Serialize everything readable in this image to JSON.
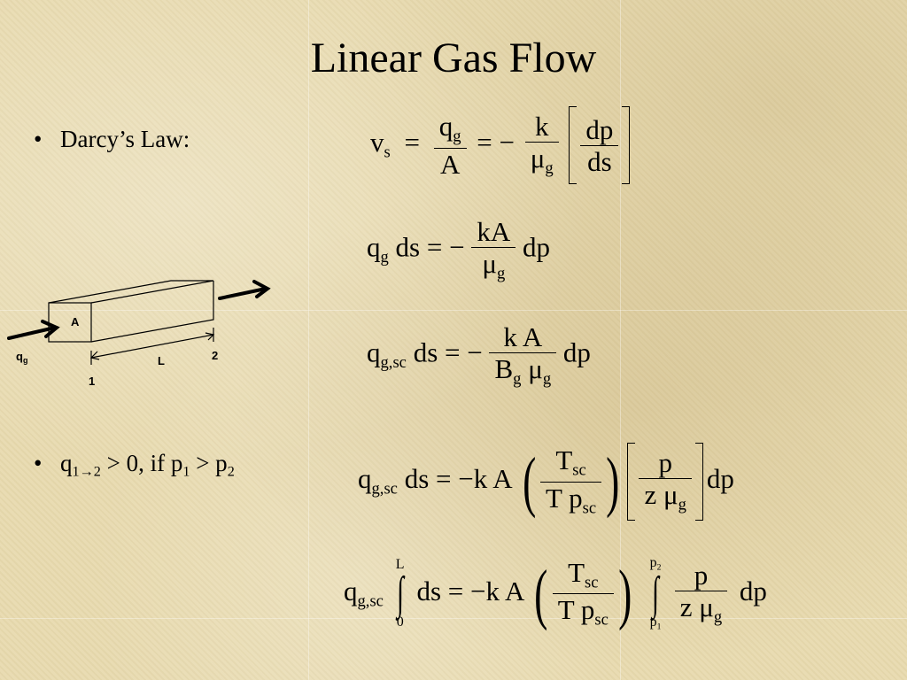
{
  "slide": {
    "title": "Linear Gas Flow",
    "bullets": [
      {
        "text": "Darcy’s Law:"
      },
      {
        "prefix": "q",
        "sub1": "1→2",
        "mid": " > 0,  if p",
        "sub2": "1",
        "mid2": " > p",
        "sub3": "2"
      }
    ],
    "diagram": {
      "area_label": "A",
      "flow_label": "q",
      "flow_sub": "g",
      "length_label": "L",
      "point1_label": "1",
      "point2_label": "2"
    },
    "eq1": {
      "v": "v",
      "v_sub": "s",
      "q": "q",
      "q_sub": "g",
      "A": "A",
      "k": "k",
      "mu": "μ",
      "mu_sub": "g",
      "dp": "dp",
      "ds": "ds"
    },
    "eq2": {
      "q": "q",
      "q_sub": "g",
      "ds": "ds",
      "kA": "kA",
      "mu": "μ",
      "mu_sub": "g",
      "dp": "dp"
    },
    "eq3": {
      "q": "q",
      "q_sub": "g,sc",
      "ds": "ds",
      "kA": "k A",
      "B": "B",
      "B_sub": "g",
      "mu": "μ",
      "mu_sub": "g",
      "dp": "dp"
    },
    "eq4": {
      "q": "q",
      "q_sub": "g,sc",
      "ds": "ds",
      "kA": "k A",
      "T": "T",
      "T_sub": "sc",
      "Tp": "T p",
      "p_sub": "sc",
      "p": "p",
      "z": "z μ",
      "mu_sub": "g",
      "dp": "dp"
    },
    "eq5": {
      "q": "q",
      "q_sub": "g,sc",
      "lim_top": "L",
      "lim_bot": "0",
      "ds": "ds",
      "kA": "k A",
      "T": "T",
      "T_sub": "sc",
      "Tp": "T p",
      "p_sub": "sc",
      "plim_top": "p",
      "plim_top_sub": "2",
      "plim_bot": "p",
      "plim_bot_sub": "1",
      "p": "p",
      "z": "z μ",
      "mu_sub": "g",
      "dp": "dp"
    }
  }
}
